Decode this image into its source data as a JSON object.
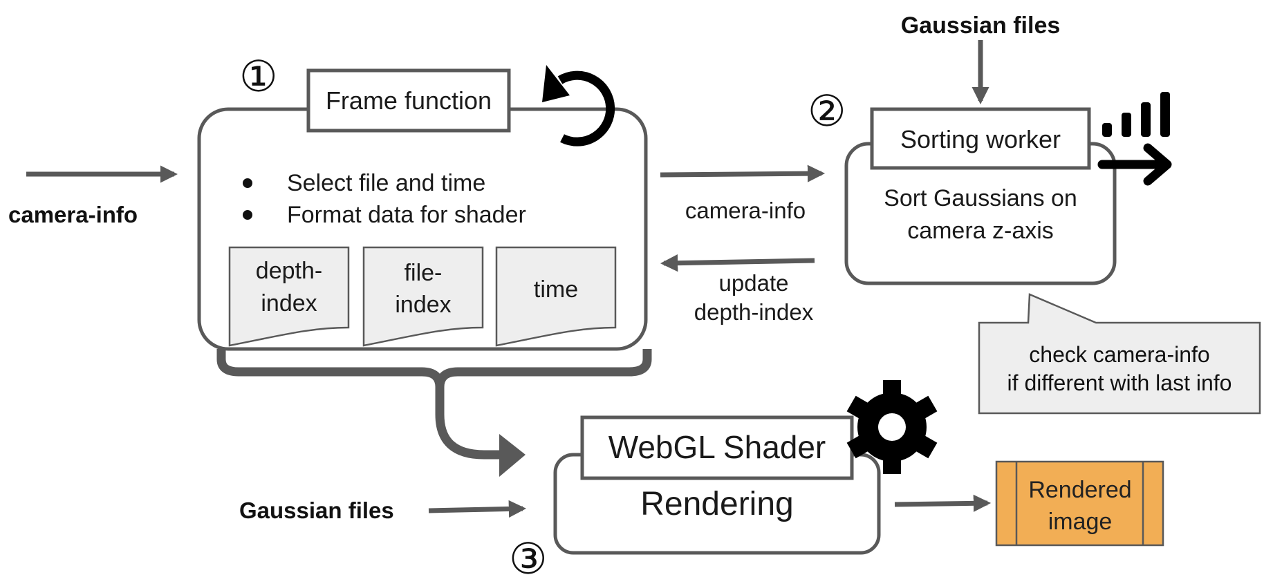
{
  "input_camera_info": "camera-info",
  "frame": {
    "number": "①",
    "title": "Frame function",
    "bullets": [
      "Select file and time",
      "Format data for shader"
    ],
    "docs": [
      {
        "line1": "depth-",
        "line2": "index"
      },
      {
        "line1": "file-",
        "line2": "index"
      },
      {
        "line1": "time",
        "line2": ""
      }
    ]
  },
  "sort": {
    "number": "②",
    "gaussian_files": "Gaussian files",
    "title": "Sorting worker",
    "line1": "Sort Gaussians on",
    "line2": "camera z-axis",
    "to_label": "camera-info",
    "back_line1": "update",
    "back_line2": "depth-index",
    "note_line1": "check camera-info",
    "note_line2": "if different with last info"
  },
  "render": {
    "number": "③",
    "gaussian_files": "Gaussian files",
    "title": "WebGL Shader",
    "body": "Rendering",
    "output_line1": "Rendered",
    "output_line2": "image"
  },
  "colors": {
    "stroke": "#595959",
    "doc_fill": "#eeeeee",
    "output_fill": "#f2ae55",
    "icon": "#000000"
  },
  "icons": [
    "refresh-icon",
    "signal-bars-arrow-icon",
    "gear-icon"
  ]
}
